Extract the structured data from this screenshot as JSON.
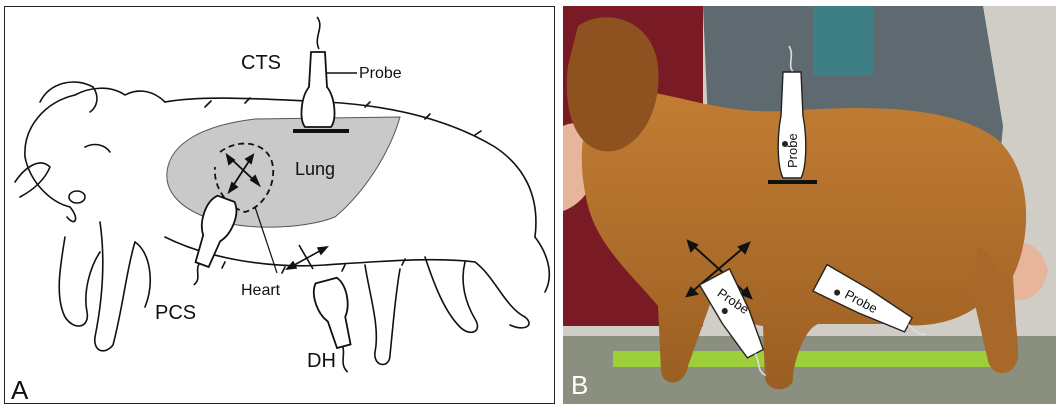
{
  "panel_a": {
    "letter": "A",
    "labels": {
      "cts": "CTS",
      "probe": "Probe",
      "lung": "Lung",
      "heart": "Heart",
      "pcs": "PCS",
      "dh": "DH"
    }
  },
  "panel_b": {
    "letter": "B",
    "probe_labels": [
      "Probe",
      "Probe",
      "Probe"
    ]
  },
  "colors": {
    "lung_fill": "#c9c9c9",
    "dog_coat": "#b9762f",
    "probe_fill": "#ffffff",
    "line": "#111111"
  }
}
